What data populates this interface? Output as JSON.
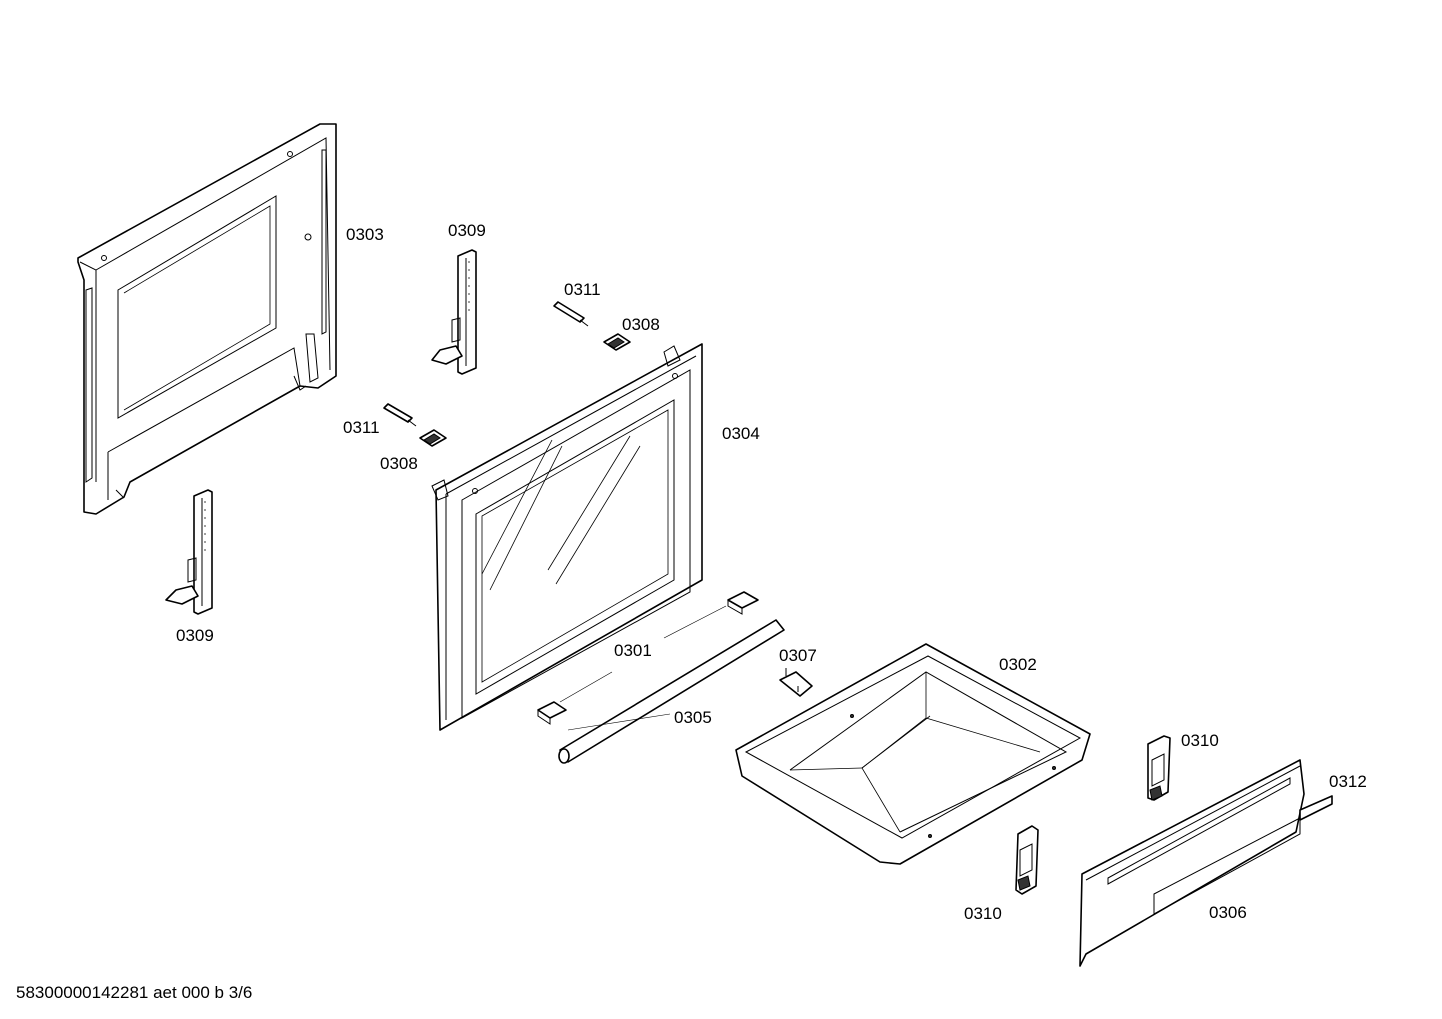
{
  "labels": {
    "p0303": "0303",
    "p0309_top": "0309",
    "p0311_top": "0311",
    "p0308_top": "0308",
    "p0311_mid": "0311",
    "p0308_mid": "0308",
    "p0304": "0304",
    "p0309_bottom": "0309",
    "p0301": "0301",
    "p0307": "0307",
    "p0302": "0302",
    "p0305": "0305",
    "p0310_top": "0310",
    "p0312": "0312",
    "p0310_bottom": "0310",
    "p0306": "0306"
  },
  "footer": {
    "code": "58300000142281 aet 000 b 3/6"
  },
  "colors": {
    "line": "#000000",
    "background": "#ffffff"
  }
}
